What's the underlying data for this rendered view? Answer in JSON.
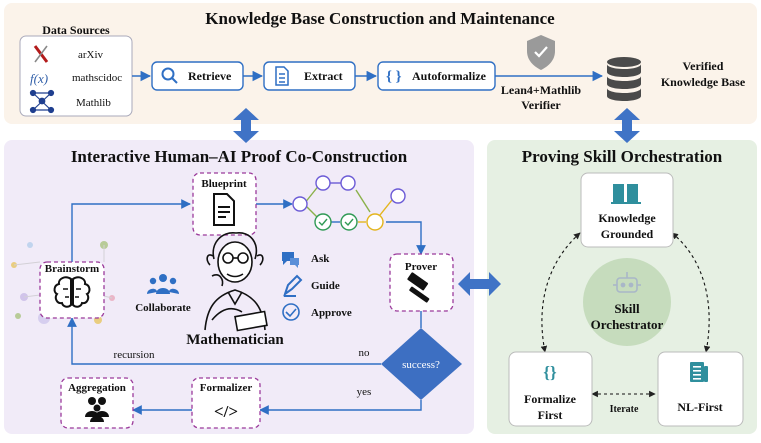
{
  "top_panel": {
    "title": "Knowledge Base Construction and Maintenance",
    "sources_title": "Data Sources",
    "sources": [
      "arXiv",
      "mathscidoc",
      "Mathlib"
    ],
    "steps": [
      "Retrieve",
      "Extract",
      "Autoformalize"
    ],
    "verifier": [
      "Lean4+Mathlib",
      "Verifier"
    ],
    "kb": [
      "Verified",
      "Knowledge Base"
    ]
  },
  "left_panel": {
    "title": "Interactive Human–AI Proof Co-Construction",
    "blueprint": "Blueprint",
    "prover": "Prover",
    "brainstorm": "Brainstorm",
    "collaborate": "Collaborate",
    "mathematician": "Mathematician",
    "actions": [
      "Ask",
      "Guide",
      "Approve"
    ],
    "success": "success?",
    "no_label": "no",
    "yes_label": "yes",
    "recursion_label": "recursion",
    "formalizer": "Formalizer",
    "aggregation": "Aggregation",
    "formalizer_glyph": "</>"
  },
  "right_panel": {
    "title": "Proving Skill Orchestration",
    "knowledge": [
      "Knowledge",
      "Grounded"
    ],
    "orchestrator": [
      "Skill",
      "Orchestrator"
    ],
    "formalize_first": [
      "Formalize",
      "First"
    ],
    "nl_first": "NL-First",
    "iterate": "Iterate",
    "formalize_glyph": "{}"
  },
  "colors": {
    "top_bg": "#fbf3ea",
    "left_bg": "#f1ebf8",
    "right_bg": "#e6f0e3",
    "accent_blue": "#2f6fc4",
    "dash_purple": "#9b3a9b",
    "diamond": "#3d6fc2",
    "teal": "#2f8f9d",
    "olive_dot": "#8ab14a",
    "yellow_dot": "#e3b51e",
    "purple_dot": "#6b5ad6"
  }
}
